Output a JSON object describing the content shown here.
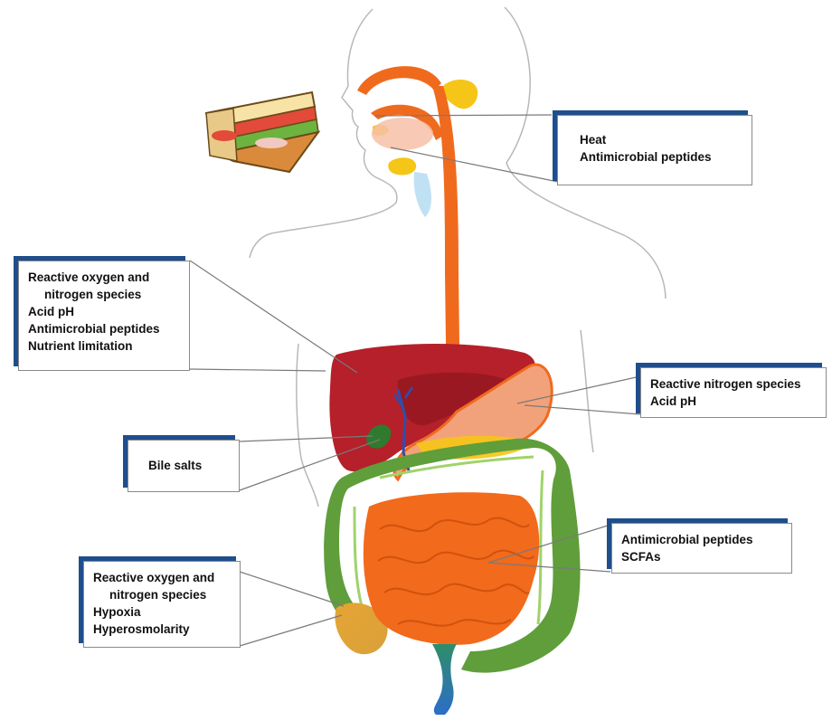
{
  "boxes": {
    "mouth": {
      "lines": [
        "Heat",
        "Antimicrobial peptides"
      ]
    },
    "liver": {
      "lines": [
        "Reactive oxygen and",
        "nitrogen species",
        "Acid pH",
        "Antimicrobial peptides",
        "Nutrient limitation"
      ]
    },
    "stomach": {
      "lines": [
        "Reactive nitrogen species",
        "Acid pH"
      ]
    },
    "gallbladder": {
      "lines": [
        "Bile salts"
      ]
    },
    "intestine": {
      "lines": [
        "Antimicrobial peptides",
        "SCFAs"
      ]
    },
    "colon": {
      "lines": [
        "Reactive oxygen and",
        "nitrogen species",
        "Hypoxia",
        "Hyperosmolarity"
      ]
    }
  },
  "colors": {
    "box_accent": "#1f4e8c",
    "esophagus": "#f06a1e",
    "liver": "#b5202a",
    "stomach": "#f2a27a",
    "small_intestine": "#f26a1b",
    "large_intestine": "#5f9e3a",
    "gallbladder": "#2f7a2f",
    "salivary_glands": "#f5c518"
  }
}
